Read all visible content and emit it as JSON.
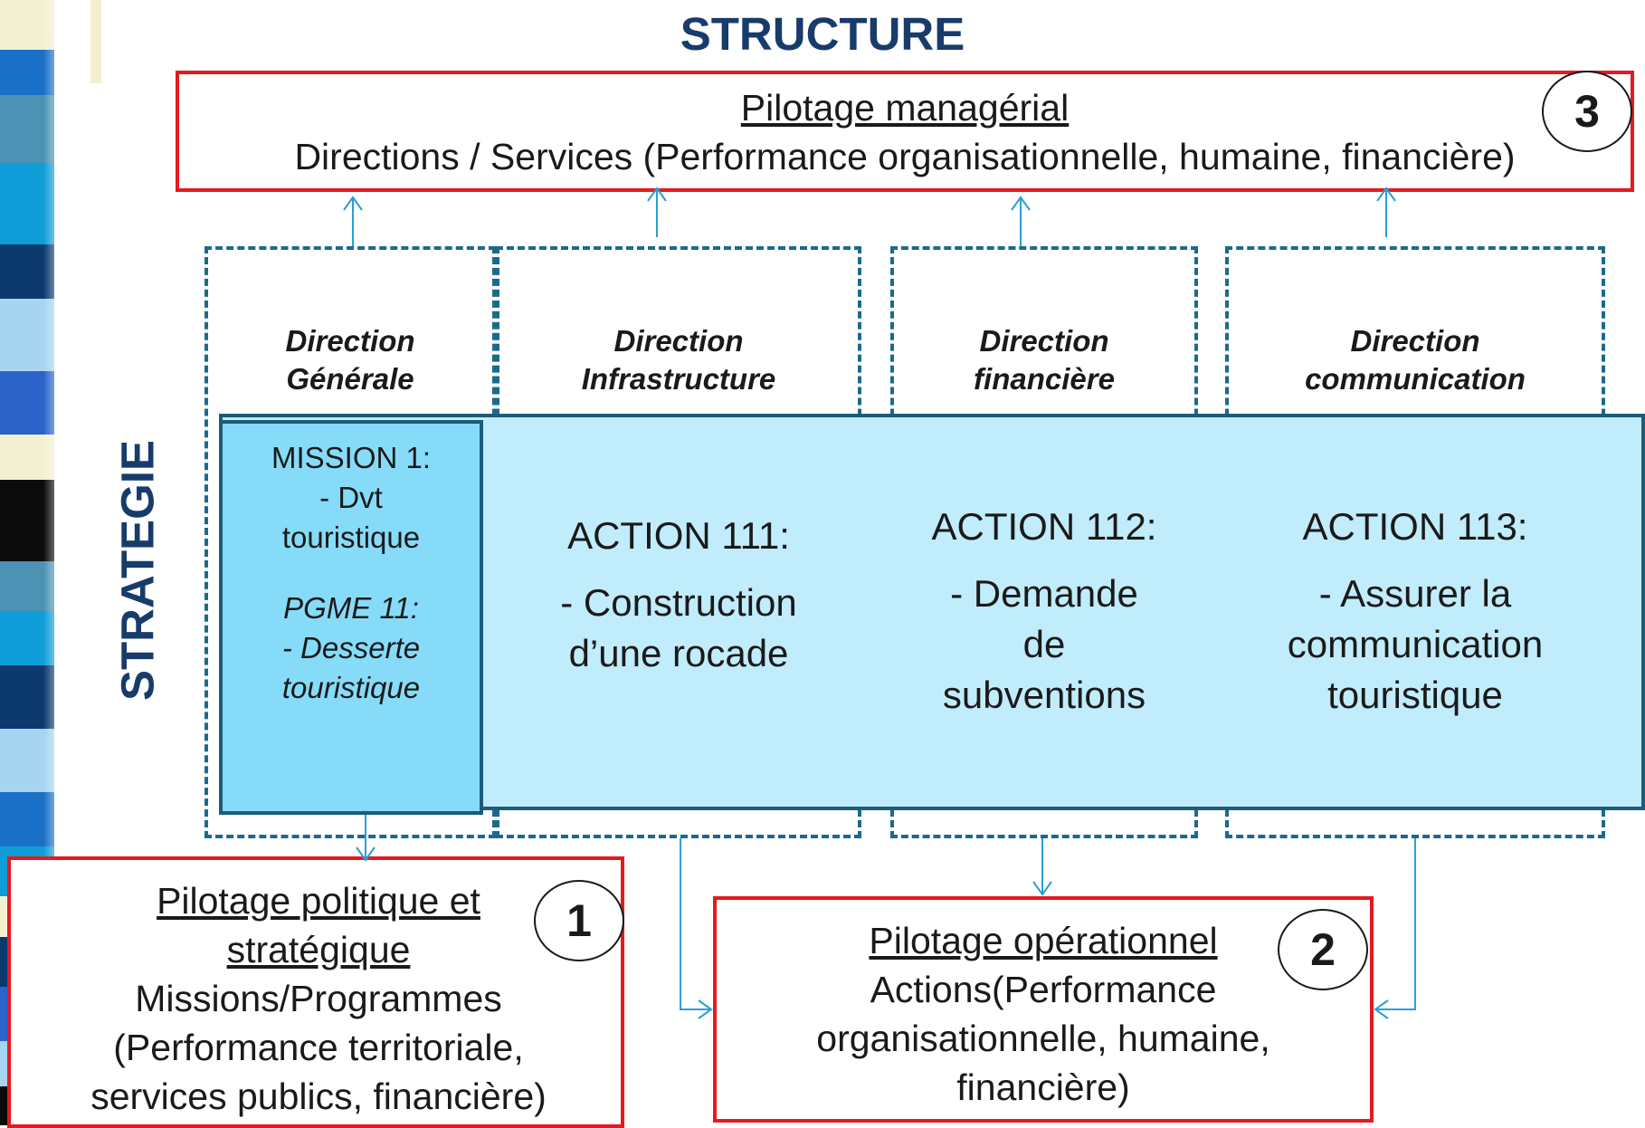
{
  "title": "STRUCTURE",
  "side_label": "STRATEGIE",
  "managerial": {
    "title": "Pilotage managérial",
    "text": "Directions / Services (Performance organisationnelle, humaine, financière)",
    "number": "3"
  },
  "political": {
    "title_line1": "Pilotage politique et",
    "title_line2": "stratégique",
    "line1": "Missions/Programmes",
    "line2": "(Performance territoriale,",
    "line3": "services publics, financière)",
    "number": "1"
  },
  "operational": {
    "title": "Pilotage opérationnel",
    "line1": "Actions(Performance",
    "line2": "organisationnelle, humaine,",
    "line3": "financière)",
    "number": "2"
  },
  "directions": [
    {
      "line1": "Direction",
      "line2": "Générale"
    },
    {
      "line1": "Direction",
      "line2": "Infrastructure"
    },
    {
      "line1": "Direction",
      "line2": "financière"
    },
    {
      "line1": "Direction",
      "line2": "communication"
    }
  ],
  "mission": {
    "line1": "MISSION 1:",
    "line2": "- Dvt",
    "line3": "touristique",
    "pgme_line1": "PGME 11:",
    "pgme_line2": "- Desserte",
    "pgme_line3": "touristique"
  },
  "actions": [
    {
      "title": "ACTION 111:",
      "line1": "- Construction",
      "line2": "d’une rocade",
      "line3": ""
    },
    {
      "title": "ACTION 112:",
      "line1": "-  Demande",
      "line2": "de",
      "line3": "subventions"
    },
    {
      "title": "ACTION 113:",
      "line1": "- Assurer la",
      "line2": "communication",
      "line3": "touristique"
    }
  ],
  "colors": {
    "title": "#173c6c",
    "red_border": "#e51a1f",
    "dashed_border": "#1b6a8d",
    "band_fill": "#c1ecfb",
    "mission_fill": "#86dcf8",
    "arrow": "#2a9fd6"
  }
}
